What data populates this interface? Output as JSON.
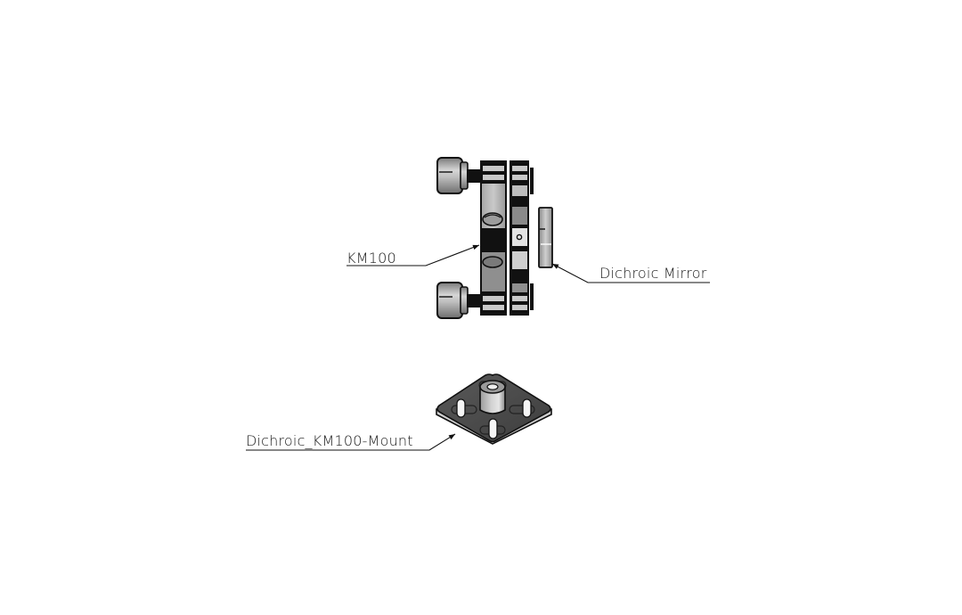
{
  "diagram": {
    "type": "exploded assembly callout drawing",
    "background": "#ffffff",
    "colors": {
      "line": "#1a1a1a",
      "metal_light": "#c8c8c8",
      "metal_mid": "#9a9a9a",
      "metal_dark": "#111111",
      "highlight": "#f2f2f2"
    },
    "callouts": [
      {
        "id": "km100",
        "label": "KM100",
        "target": "kinematic mirror mount (side view)"
      },
      {
        "id": "mirror",
        "label": "Dichroic Mirror",
        "target": "round mirror optic (edge view)"
      },
      {
        "id": "mount",
        "label": "Dichroic_KM100-Mount",
        "target": "square base plate with post and four slots (isometric)"
      }
    ],
    "parts": [
      {
        "name": "kinematic-mount",
        "adjusters": 2
      },
      {
        "name": "dichroic-mirror"
      },
      {
        "name": "base-plate",
        "slots": 4,
        "has_post": true
      }
    ]
  }
}
